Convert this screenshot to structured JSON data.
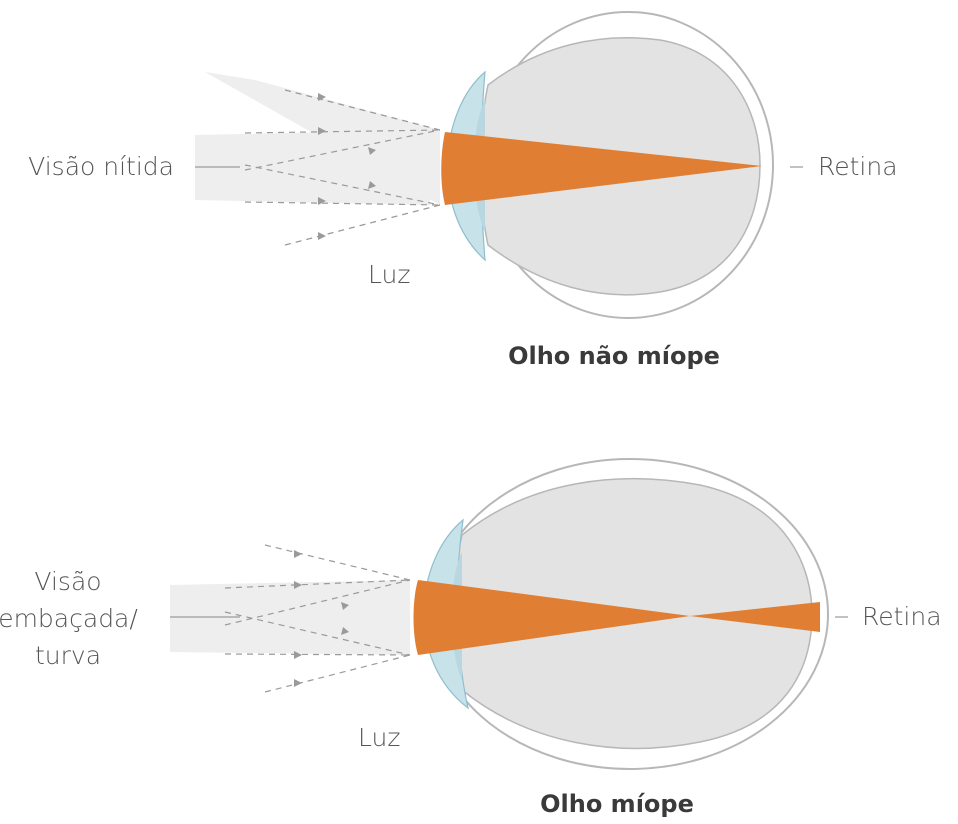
{
  "colors": {
    "beam": "#e07f33",
    "lens": "#c8e2ea",
    "lens_stroke": "#8fbfcf",
    "eyeball": "#e3e3e3",
    "outline": "#b7b7b7",
    "light_cone": "#eeeeee",
    "ray": "#9a9a9a",
    "text": "#555555"
  },
  "diagrams": [
    {
      "caption": "Olho não míope",
      "left_label": [
        "Visão nítida"
      ],
      "right_label": "Retina",
      "light_label": "Luz"
    },
    {
      "caption": "Olho míope",
      "left_label": [
        "Visão",
        "embaçada/",
        "turva"
      ],
      "right_label": "Retina",
      "light_label": "Luz"
    }
  ]
}
